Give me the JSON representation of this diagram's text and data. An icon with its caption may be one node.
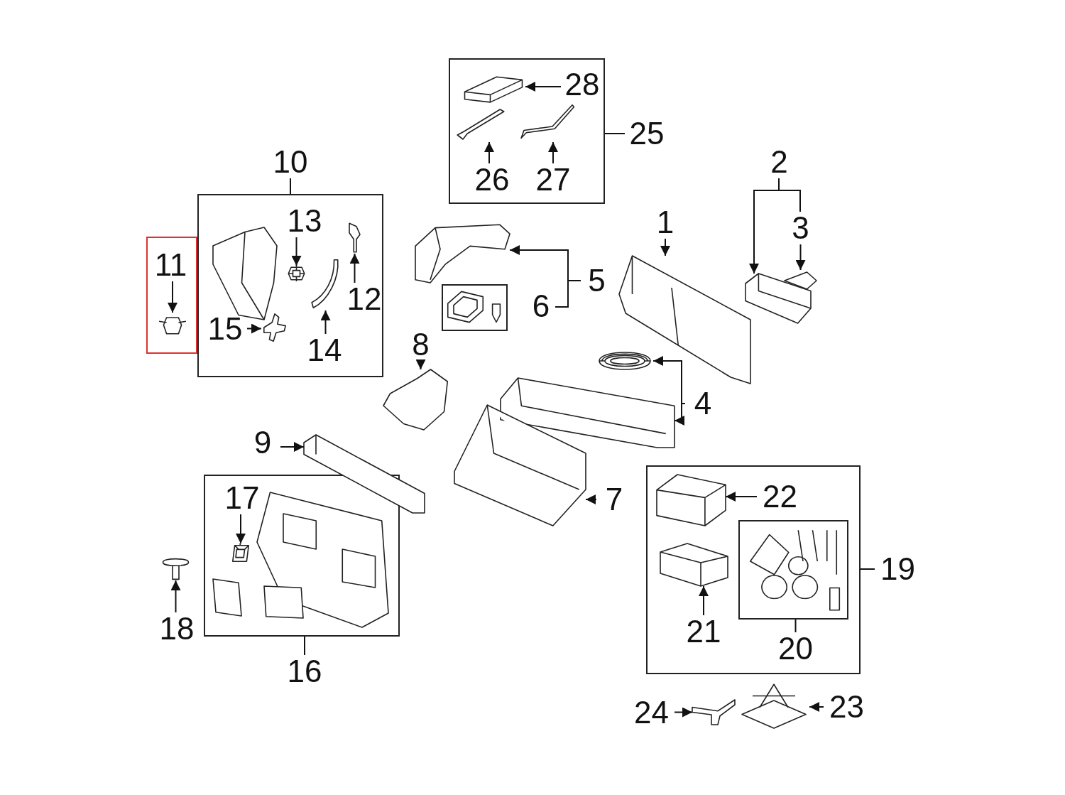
{
  "diagram": {
    "nodes": [
      {
        "text": [
          "25"
        ]
      },
      {
        "text": [],
        "shape": "box"
      },
      {
        "text": [
          "28"
        ],
        "in": 1
      },
      {
        "text": [],
        "shape": "picture",
        "in": 1
      },
      {
        "text": [
          "26"
        ],
        "in": 1
      },
      {
        "text": [],
        "shape": "picture",
        "in": 1
      },
      {
        "text": [
          "27"
        ],
        "in": 1
      },
      {
        "text": [],
        "shape": "picture",
        "in": 1
      },
      {
        "text": [
          "10"
        ]
      },
      {
        "text": [],
        "shape": "box"
      },
      {
        "text": [
          "13"
        ],
        "in": 9
      },
      {
        "text": [],
        "shape": "picture",
        "in": 9
      },
      {
        "text": [
          "12"
        ],
        "in": 9
      },
      {
        "text": [],
        "shape": "picture",
        "in": 9
      },
      {
        "text": [
          "15"
        ],
        "in": 9
      },
      {
        "text": [],
        "shape": "picture",
        "in": 9
      },
      {
        "text": [
          "14"
        ],
        "in": 9
      },
      {
        "text": [],
        "shape": "picture",
        "in": 9
      },
      {
        "text": [],
        "shape": "box"
      },
      {
        "text": [
          "11"
        ],
        "in": 18
      },
      {
        "text": [],
        "shape": "picture",
        "in": 18
      },
      {
        "text": [
          "5"
        ]
      },
      {
        "text": [],
        "shape": "picture"
      },
      {
        "text": [],
        "shape": "box"
      },
      {
        "text": [
          "6"
        ]
      },
      {
        "text": [
          "1"
        ]
      },
      {
        "text": [],
        "shape": "picture"
      },
      {
        "text": [
          "2"
        ]
      },
      {
        "text": [],
        "shape": "picture"
      },
      {
        "text": [
          "3"
        ]
      },
      {
        "text": [],
        "shape": "picture"
      },
      {
        "text": [
          "8"
        ]
      },
      {
        "text": [],
        "shape": "picture"
      },
      {
        "text": [
          "4"
        ]
      },
      {
        "text": [],
        "shape": "picture"
      },
      {
        "text": [],
        "shape": "picture"
      },
      {
        "text": [
          "9"
        ]
      },
      {
        "text": [],
        "shape": "picture"
      },
      {
        "text": [
          "7"
        ]
      },
      {
        "text": [],
        "shape": "picture"
      },
      {
        "text": [
          "16"
        ]
      },
      {
        "text": [],
        "shape": "box"
      },
      {
        "text": [
          "17"
        ],
        "in": 41
      },
      {
        "text": [],
        "shape": "picture",
        "in": 41
      },
      {
        "text": [
          "18"
        ]
      },
      {
        "text": [],
        "shape": "picture"
      },
      {
        "text": [
          "19"
        ]
      },
      {
        "text": [],
        "shape": "box"
      },
      {
        "text": [
          "22"
        ],
        "in": 47
      },
      {
        "text": [],
        "shape": "picture",
        "in": 47
      },
      {
        "text": [
          "21"
        ],
        "in": 47
      },
      {
        "text": [],
        "shape": "picture",
        "in": 47
      },
      {
        "text": [],
        "shape": "box",
        "in": 47
      },
      {
        "text": [
          "20"
        ],
        "in": 47
      },
      {
        "text": [
          "24"
        ]
      },
      {
        "text": [],
        "shape": "picture"
      },
      {
        "text": [
          "23"
        ]
      },
      {
        "text": [],
        "shape": "picture"
      }
    ],
    "edges": [
      {
        "from": 0,
        "to": 1,
        "arrow": "none"
      },
      {
        "from": 2,
        "to": 3,
        "arrow": "to"
      },
      {
        "from": 4,
        "to": 5,
        "arrow": "to"
      },
      {
        "from": 6,
        "to": 7,
        "arrow": "to"
      },
      {
        "from": 8,
        "to": 9,
        "arrow": "none"
      },
      {
        "from": 10,
        "to": 11,
        "arrow": "to"
      },
      {
        "from": 12,
        "to": 13,
        "arrow": "to"
      },
      {
        "from": 14,
        "to": 15,
        "arrow": "to"
      },
      {
        "from": 16,
        "to": 17,
        "arrow": "to"
      },
      {
        "from": 19,
        "to": 20,
        "arrow": "to"
      },
      {
        "from": 21,
        "to": 22,
        "arrow": "to"
      },
      {
        "from": 21,
        "to": 24,
        "arrow": "none"
      },
      {
        "from": 25,
        "to": 26,
        "arrow": "to"
      },
      {
        "from": 27,
        "to": 28,
        "arrow": "to"
      },
      {
        "from": 27,
        "to": 29,
        "arrow": "none"
      },
      {
        "from": 29,
        "to": 30,
        "arrow": "to"
      },
      {
        "from": 31,
        "to": 32,
        "arrow": "to"
      },
      {
        "from": 33,
        "to": 34,
        "arrow": "to"
      },
      {
        "from": 33,
        "to": 35,
        "arrow": "to"
      },
      {
        "from": 36,
        "to": 37,
        "arrow": "to"
      },
      {
        "from": 38,
        "to": 39,
        "arrow": "to"
      },
      {
        "from": 40,
        "to": 41,
        "arrow": "none"
      },
      {
        "from": 42,
        "to": 43,
        "arrow": "to"
      },
      {
        "from": 44,
        "to": 45,
        "arrow": "to"
      },
      {
        "from": 46,
        "to": 47,
        "arrow": "none"
      },
      {
        "from": 48,
        "to": 49,
        "arrow": "to"
      },
      {
        "from": 50,
        "to": 51,
        "arrow": "to"
      },
      {
        "from": 53,
        "to": 52,
        "arrow": "none"
      },
      {
        "from": 54,
        "to": 55,
        "arrow": "to"
      },
      {
        "from": 56,
        "to": 57,
        "arrow": "to"
      }
    ]
  }
}
